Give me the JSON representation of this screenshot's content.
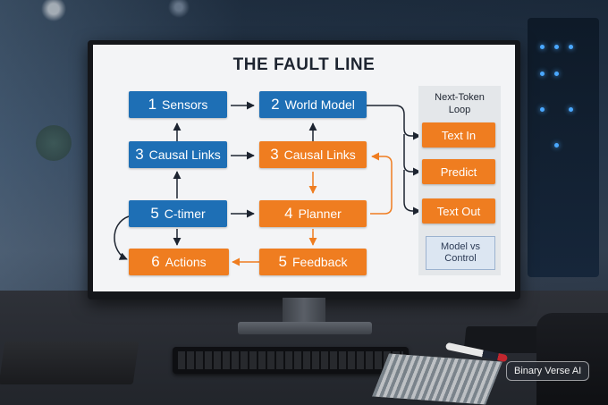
{
  "diagram": {
    "title": "THE FAULT LINE",
    "nodes": {
      "sensors": {
        "num": "1",
        "label": "Sensors"
      },
      "world_model": {
        "num": "2",
        "label": "World Model"
      },
      "causal_links_blue": {
        "num": "3",
        "label": "Causal Links"
      },
      "causal_links_orange": {
        "num": "3",
        "label": "Causal Links"
      },
      "ctimer": {
        "num": "5",
        "label": "C-timer"
      },
      "planner": {
        "num": "4",
        "label": "Planner"
      },
      "actions": {
        "num": "6",
        "label": "Actions"
      },
      "feedback": {
        "num": "5",
        "label": "Feedback"
      }
    },
    "loop_panel": {
      "title_line1": "Next-Token",
      "title_line2": "Loop",
      "items": [
        "Text In",
        "Predict",
        "Text Out"
      ],
      "note_line1": "Model vs",
      "note_line2": "Control"
    },
    "colors": {
      "blue": "#1e6fb5",
      "orange": "#ef7d20",
      "arrow": "#1d2430"
    }
  },
  "watermark": "Binary Verse AI"
}
